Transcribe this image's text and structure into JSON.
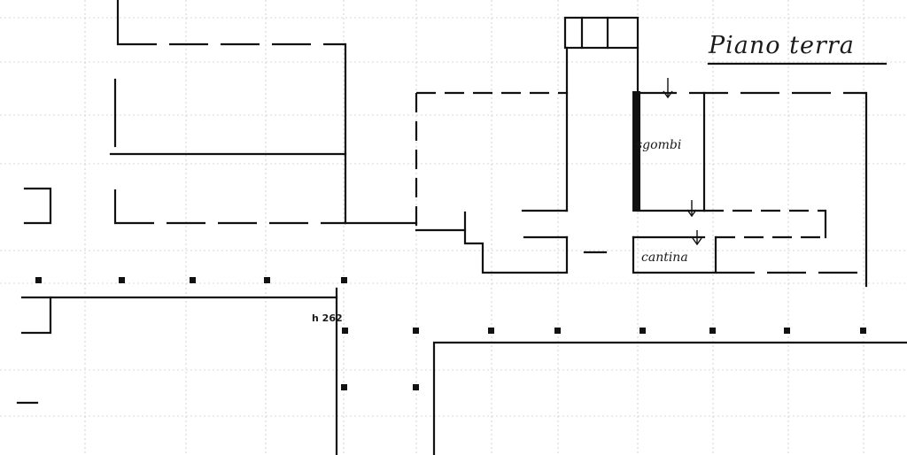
{
  "plan": {
    "title": "Piano terra",
    "rooms": [
      {
        "label": "sgombi"
      },
      {
        "label": "cantina"
      }
    ],
    "height_label": "h 262"
  }
}
